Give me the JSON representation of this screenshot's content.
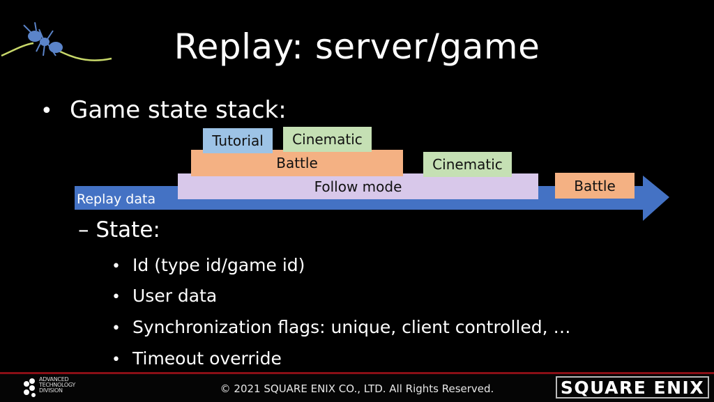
{
  "slide": {
    "title": "Replay: server/game",
    "bullet": "Game state stack:",
    "sub_bullet": "– State:",
    "sub_items": [
      "Id (type id/game id)",
      "User data",
      "Synchronization flags: unique, client controlled, …",
      "Timeout override"
    ]
  },
  "diagram": {
    "arrow_label": "Replay data",
    "boxes": {
      "tutorial": "Tutorial",
      "cinematic_top": "Cinematic",
      "battle_left": "Battle",
      "cinematic_right": "Cinematic",
      "follow_mode": "Follow mode",
      "battle_right": "Battle"
    },
    "colors": {
      "arrow": "#4472c4",
      "tutorial": "#9dc3e6",
      "cinematic": "#c5e0b4",
      "battle": "#f4b183",
      "follow_mode": "#d8c8ea"
    }
  },
  "footer": {
    "copyright": "© 2021 SQUARE ENIX CO., LTD. All Rights Reserved.",
    "division_lines": [
      "ADVANCED",
      "TECHNOLOGY",
      "DIVISION"
    ],
    "brand": "SQUARE ENIX"
  },
  "icons": {
    "mascot": "ant-icon",
    "division_logo": "dots-logo-icon"
  }
}
